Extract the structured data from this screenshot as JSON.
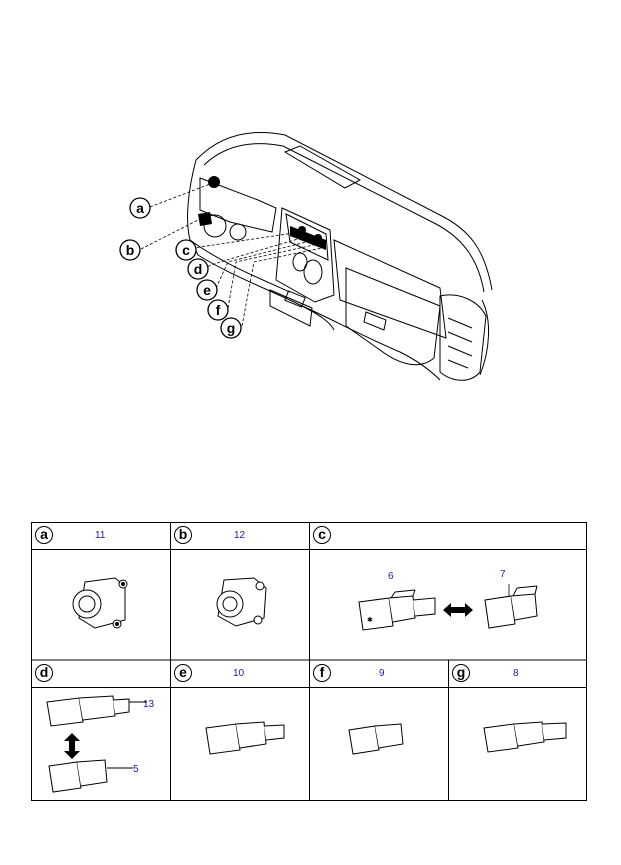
{
  "callouts": [
    "a",
    "b",
    "c",
    "d",
    "e",
    "f",
    "g"
  ],
  "table": {
    "cells": [
      {
        "id": "a",
        "letter": "a",
        "numbers": [
          "11"
        ]
      },
      {
        "id": "b",
        "letter": "b",
        "numbers": [
          "12"
        ]
      },
      {
        "id": "c",
        "letter": "c",
        "numbers": [
          "6",
          "7"
        ]
      },
      {
        "id": "d",
        "letter": "d",
        "numbers": [
          "13",
          "5"
        ]
      },
      {
        "id": "e",
        "letter": "e",
        "numbers": [
          "10"
        ]
      },
      {
        "id": "f",
        "letter": "f",
        "numbers": [
          "9"
        ]
      },
      {
        "id": "g",
        "letter": "g",
        "numbers": [
          "8"
        ]
      }
    ]
  }
}
